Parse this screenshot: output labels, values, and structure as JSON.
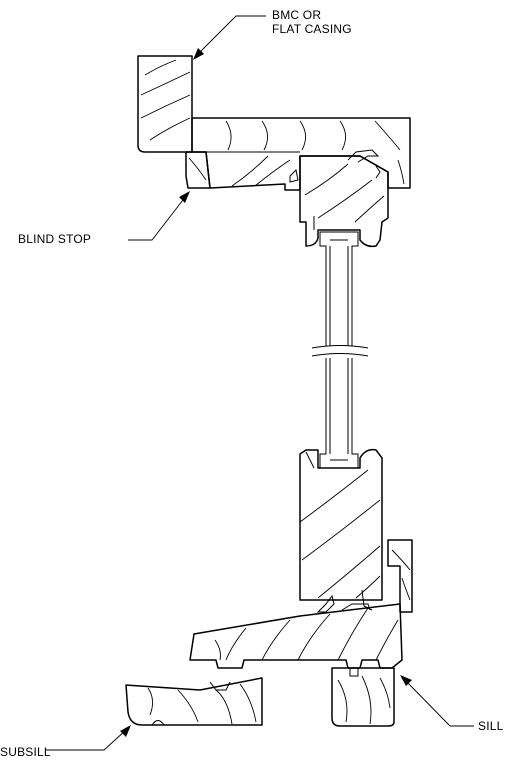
{
  "labels": {
    "bmc_line1": "BMC OR",
    "bmc_line2": "FLAT CASING",
    "blind_stop": "BLIND STOP",
    "sill": "SILL",
    "subsill": "SUBSILL"
  },
  "colors": {
    "line": "#000000",
    "background": "#ffffff"
  }
}
